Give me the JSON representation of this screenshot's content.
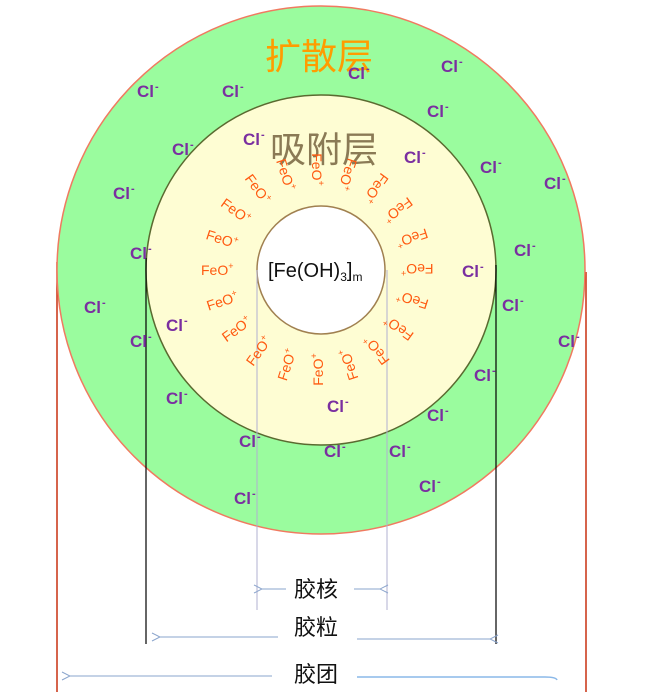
{
  "diagram": {
    "title": "Fe(OH)3 colloid structure",
    "layers": {
      "diffuse_layer": {
        "label": "扩散层",
        "color": "#9afc9e",
        "border": "#f07a60",
        "label_color": "#ff9c00"
      },
      "adsorption_layer": {
        "label": "吸附层",
        "color": "#fefdd3",
        "border": "#5a6a30",
        "label_color": "#8a7a55"
      },
      "core": {
        "label_main": "[Fe(OH)",
        "label_sub": "3",
        "label_close": "]",
        "label_sub2": "m",
        "color": "#ffffff",
        "border": "#a08050"
      }
    },
    "ions": {
      "anion": {
        "symbol": "Cl",
        "charge": "-",
        "color": "#7a2fa0"
      },
      "cation": {
        "symbol": "FeO",
        "charge": "+",
        "color": "#ff5a10"
      }
    },
    "dimensions": {
      "nucleus": {
        "label": "胶核"
      },
      "particle": {
        "label": "胶粒"
      },
      "micelle": {
        "label": "胶团"
      }
    }
  }
}
